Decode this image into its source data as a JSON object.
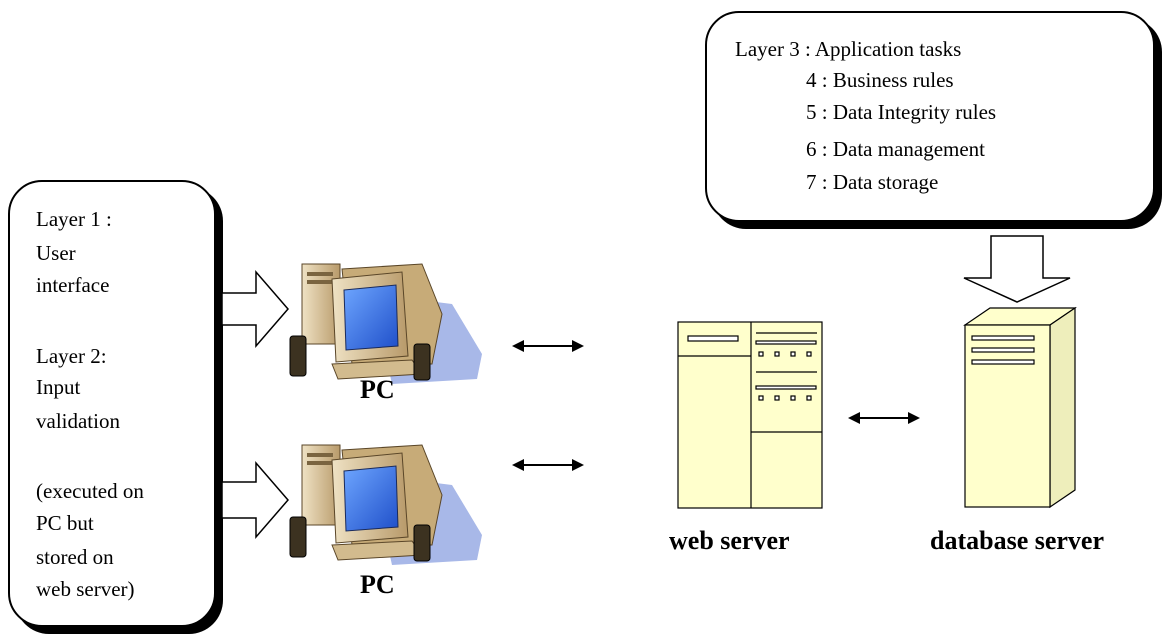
{
  "left_box": {
    "layer1": [
      "Layer 1 :",
      "User",
      "interface"
    ],
    "layer2": [
      "Layer 2:",
      "Input",
      "validation"
    ],
    "note": [
      "(executed on",
      "PC but",
      "stored on",
      "web server)"
    ]
  },
  "top_box": {
    "lines": [
      "Layer 3 : Application tasks",
      "4 : Business rules",
      "5 : Data Integrity rules",
      "6 : Data management",
      "7 : Data storage"
    ]
  },
  "labels": {
    "pc_top": "PC",
    "pc_bottom": "PC",
    "web_server": "web server",
    "database_server": "database server"
  },
  "colors": {
    "server_fill": "#ffffcc",
    "monitor_body": "#dcc9a0",
    "screen": "#4a86e8",
    "shadow": "#a8b8e8"
  }
}
